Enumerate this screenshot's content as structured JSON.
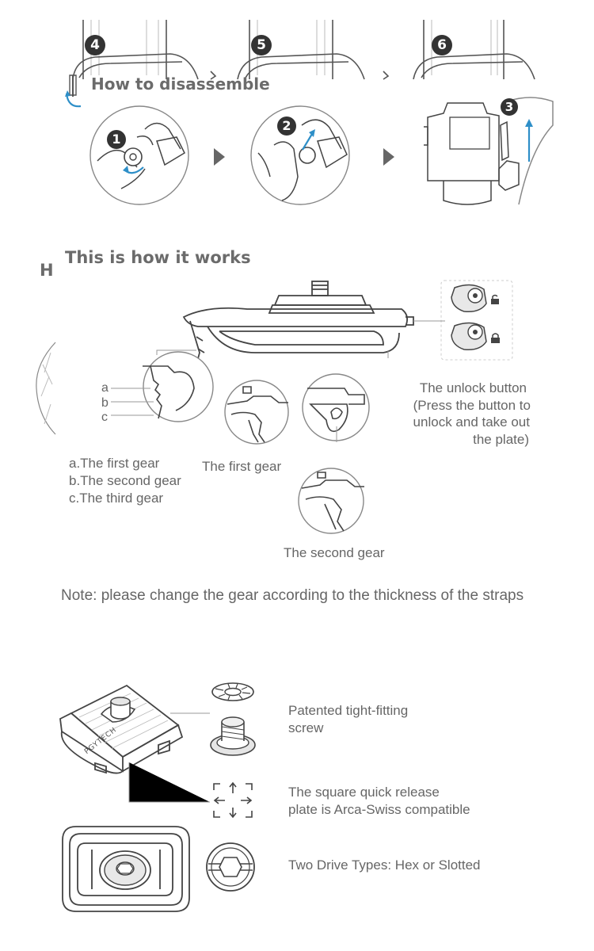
{
  "top_steps": {
    "step4": "4",
    "step5": "5",
    "step6": "6"
  },
  "disassemble": {
    "title": "How to disassemble",
    "step1": "1",
    "step2": "2",
    "step3": "3"
  },
  "works": {
    "section_letter": "H",
    "title": "This is how it works",
    "gear_letters": [
      "a",
      "b",
      "c"
    ],
    "gear_list": [
      "a.The first gear",
      "b.The second gear",
      "c.The third gear"
    ],
    "first_gear_label": "The first gear",
    "second_gear_label": "The second gear",
    "unlock_lines": [
      "The unlock button",
      "(Press the button to",
      "unlock and take out",
      "the plate)"
    ],
    "note": "Note: please change the gear according to the thickness of the straps"
  },
  "plate": {
    "screw_label_lines": [
      "Patented tight-fitting",
      "screw"
    ],
    "square_label_lines": [
      "The square quick release",
      "plate is Arca-Swiss compatible"
    ],
    "drive_label": "Two Drive Types: Hex or Slotted",
    "brand_text": "PGYTECH"
  },
  "colors": {
    "line": "#444444",
    "gray_text": "#666666",
    "accent_blue": "#2e8fc8",
    "badge": "#333333"
  }
}
